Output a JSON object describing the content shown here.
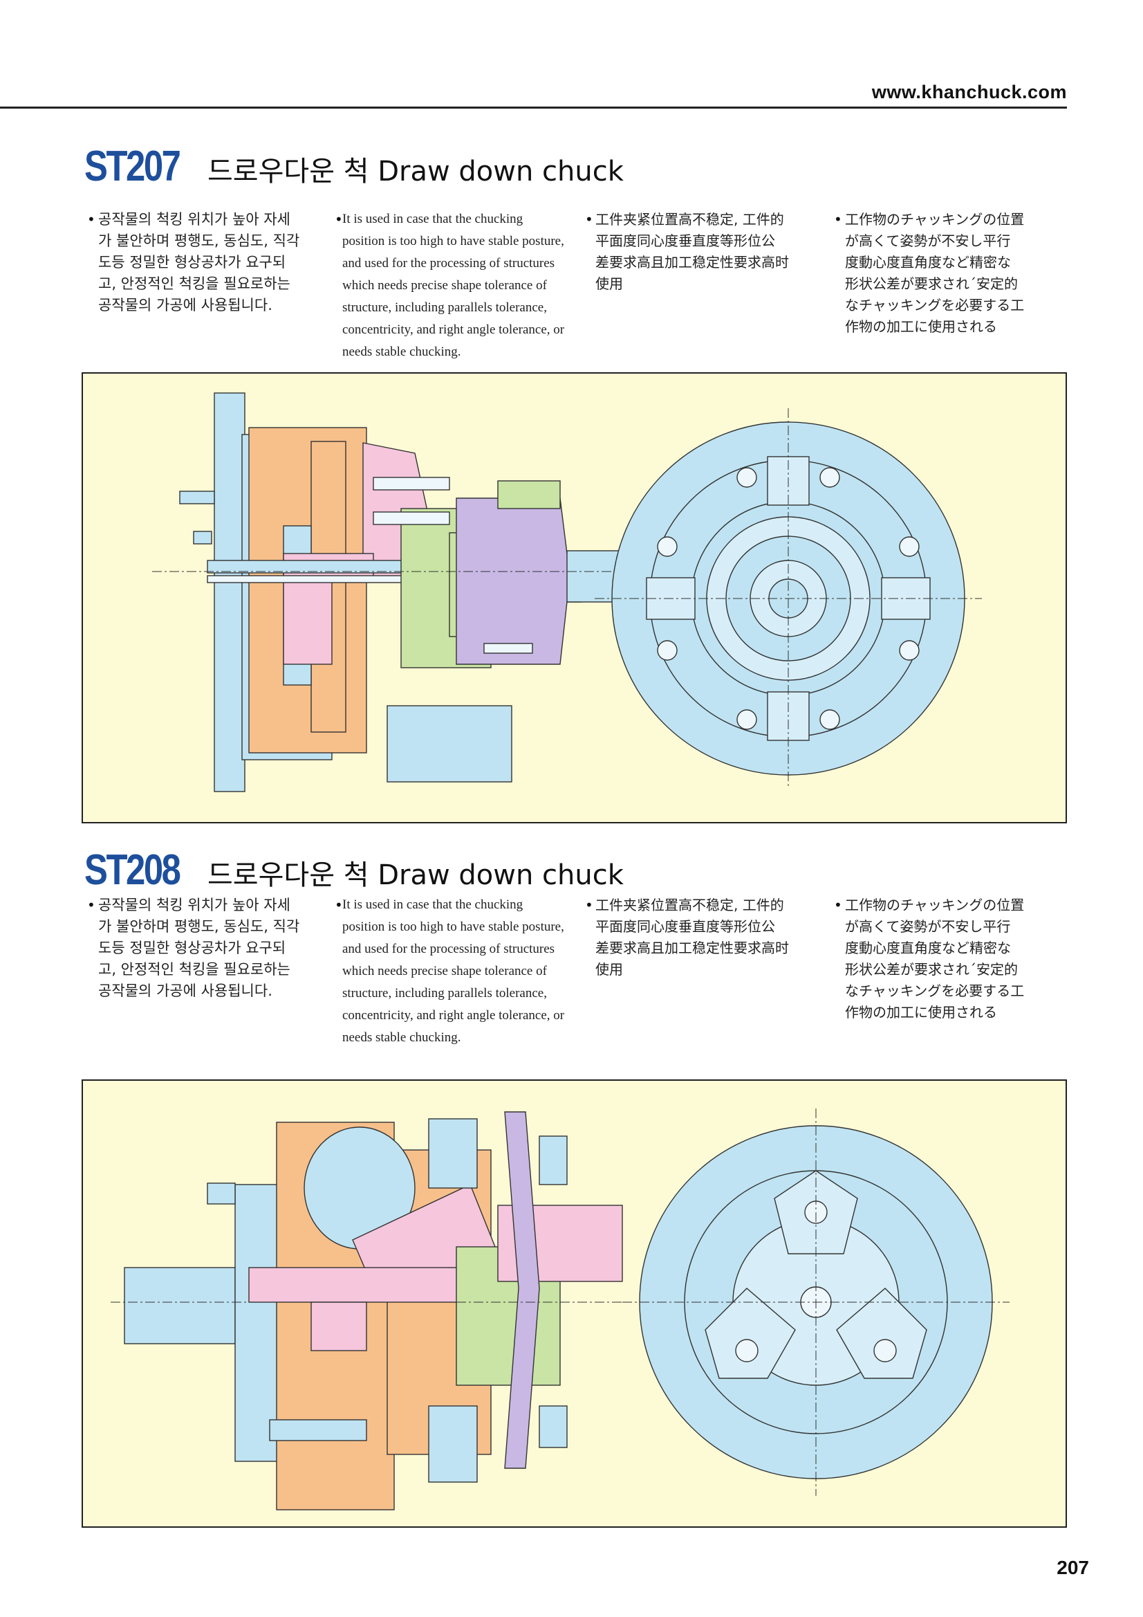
{
  "header": {
    "website": "www.khanchuck.com"
  },
  "products": [
    {
      "code": "ST207",
      "name": "드로우다운 척 Draw down chuck",
      "desc_ko": "공작물의 척킹 위치가 높아 자세\n가 불안하며 평행도, 동심도, 직각\n도등 정밀한 형상공차가 요구되\n고, 안정적인 척킹을 필요로하는\n공작물의 가공에 사용됩니다.",
      "desc_en": "It is used  in case that the chucking\nposition is too high to have stable posture,\nand used for the processing of structures\nwhich needs precise shape tolerance of\nstructure, including parallels tolerance,\nconcentricity, and right angle tolerance, or\nneeds stable chucking.",
      "desc_zh": "工件夹紧位置高不稳定,  工件的\n平面度同心度垂直度等形位公\n差要求高且加工稳定性要求高时\n使用",
      "desc_ja": "工作物のチャッキングの位置\nが高くて姿勢が不安し平行\n度動心度直角度など精密な\n形状公差が要求され´安定的\nなチャッキングを必要する工\n作物の加工に使用される",
      "jaws": 4
    },
    {
      "code": "ST208",
      "name": "드로우다운 척 Draw down chuck",
      "desc_ko": "공작물의 척킹 위치가 높아 자세\n가 불안하며 평행도, 동심도, 직각\n도등 정밀한 형상공차가 요구되\n고, 안정적인 척킹을 필요로하는\n공작물의 가공에 사용됩니다.",
      "desc_en": "It is used  in case that the chucking\nposition is too high to have stable posture,\nand used for the processing of structures\nwhich needs precise shape tolerance of\nstructure, including parallels tolerance,\nconcentricity, and right angle tolerance, or\nneeds stable chucking.",
      "desc_zh": "工件夹紧位置高不稳定,  工件的\n平面度同心度垂直度等形位公\n差要求高且加工稳定性要求高时\n使用",
      "desc_ja": "工作物のチャッキングの位置\nが高くて姿勢が不安し平行\n度動心度直角度など精密な\n形状公差が要求され´安定的\nなチャッキングを必要する工\n作物の加工に使用される",
      "jaws": 3
    }
  ],
  "colors": {
    "title_blue": "#1e4f9c",
    "drawing_background": "#fdfbd6",
    "part_blue": "#bfe3f2",
    "part_orange": "#f7c08b",
    "part_pink": "#f5c6dc",
    "part_green": "#c9e4a4",
    "part_purple": "#c9b8e4"
  },
  "footer": {
    "page_number": "207"
  }
}
